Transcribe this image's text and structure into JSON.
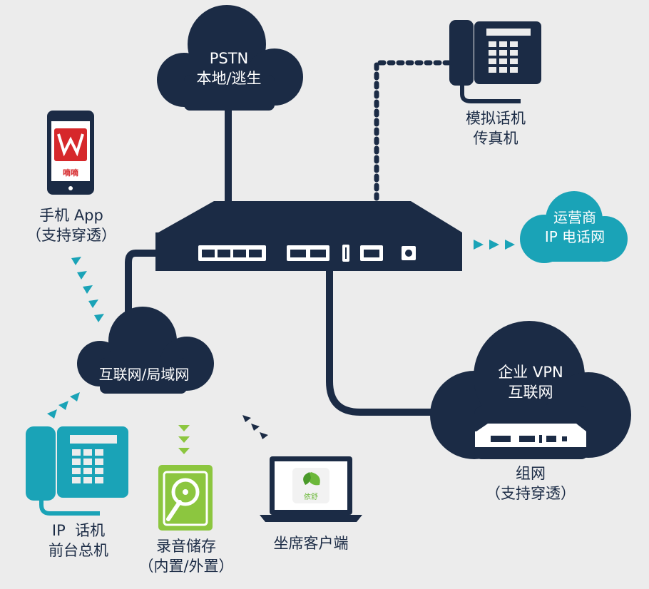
{
  "nodes": {
    "pstn": {
      "line1": "PSTN",
      "line2": "本地/逃生"
    },
    "analog_phone": {
      "line1": "模拟话机",
      "line2": "传真机"
    },
    "carrier": {
      "line1": "运营商",
      "line2": "IP 电话网"
    },
    "mobile_app": {
      "line1": "手机 App",
      "line2": "（支持穿透）",
      "icon_text": "嘀嘀"
    },
    "internet": {
      "line1": "互联网/局域网"
    },
    "vpn": {
      "line1": "企业 VPN",
      "line2": "互联网"
    },
    "networking": {
      "line1": "组网",
      "line2": "（支持穿透）"
    },
    "ip_phone": {
      "line1": "IP  话机",
      "line2": "前台总机"
    },
    "storage": {
      "line1": "录音储存",
      "line2": "（内置/外置）"
    },
    "client": {
      "line1": "坐席客户端",
      "icon_text": "依舒"
    }
  },
  "colors": {
    "navy": "#1b2b45",
    "teal": "#1aa3b7",
    "green": "#8cc63f",
    "background": "#ececec"
  },
  "icons": [
    "cloud-icon",
    "desk-phone-icon",
    "smartphone-icon",
    "router-icon",
    "hard-drive-icon",
    "laptop-icon"
  ]
}
